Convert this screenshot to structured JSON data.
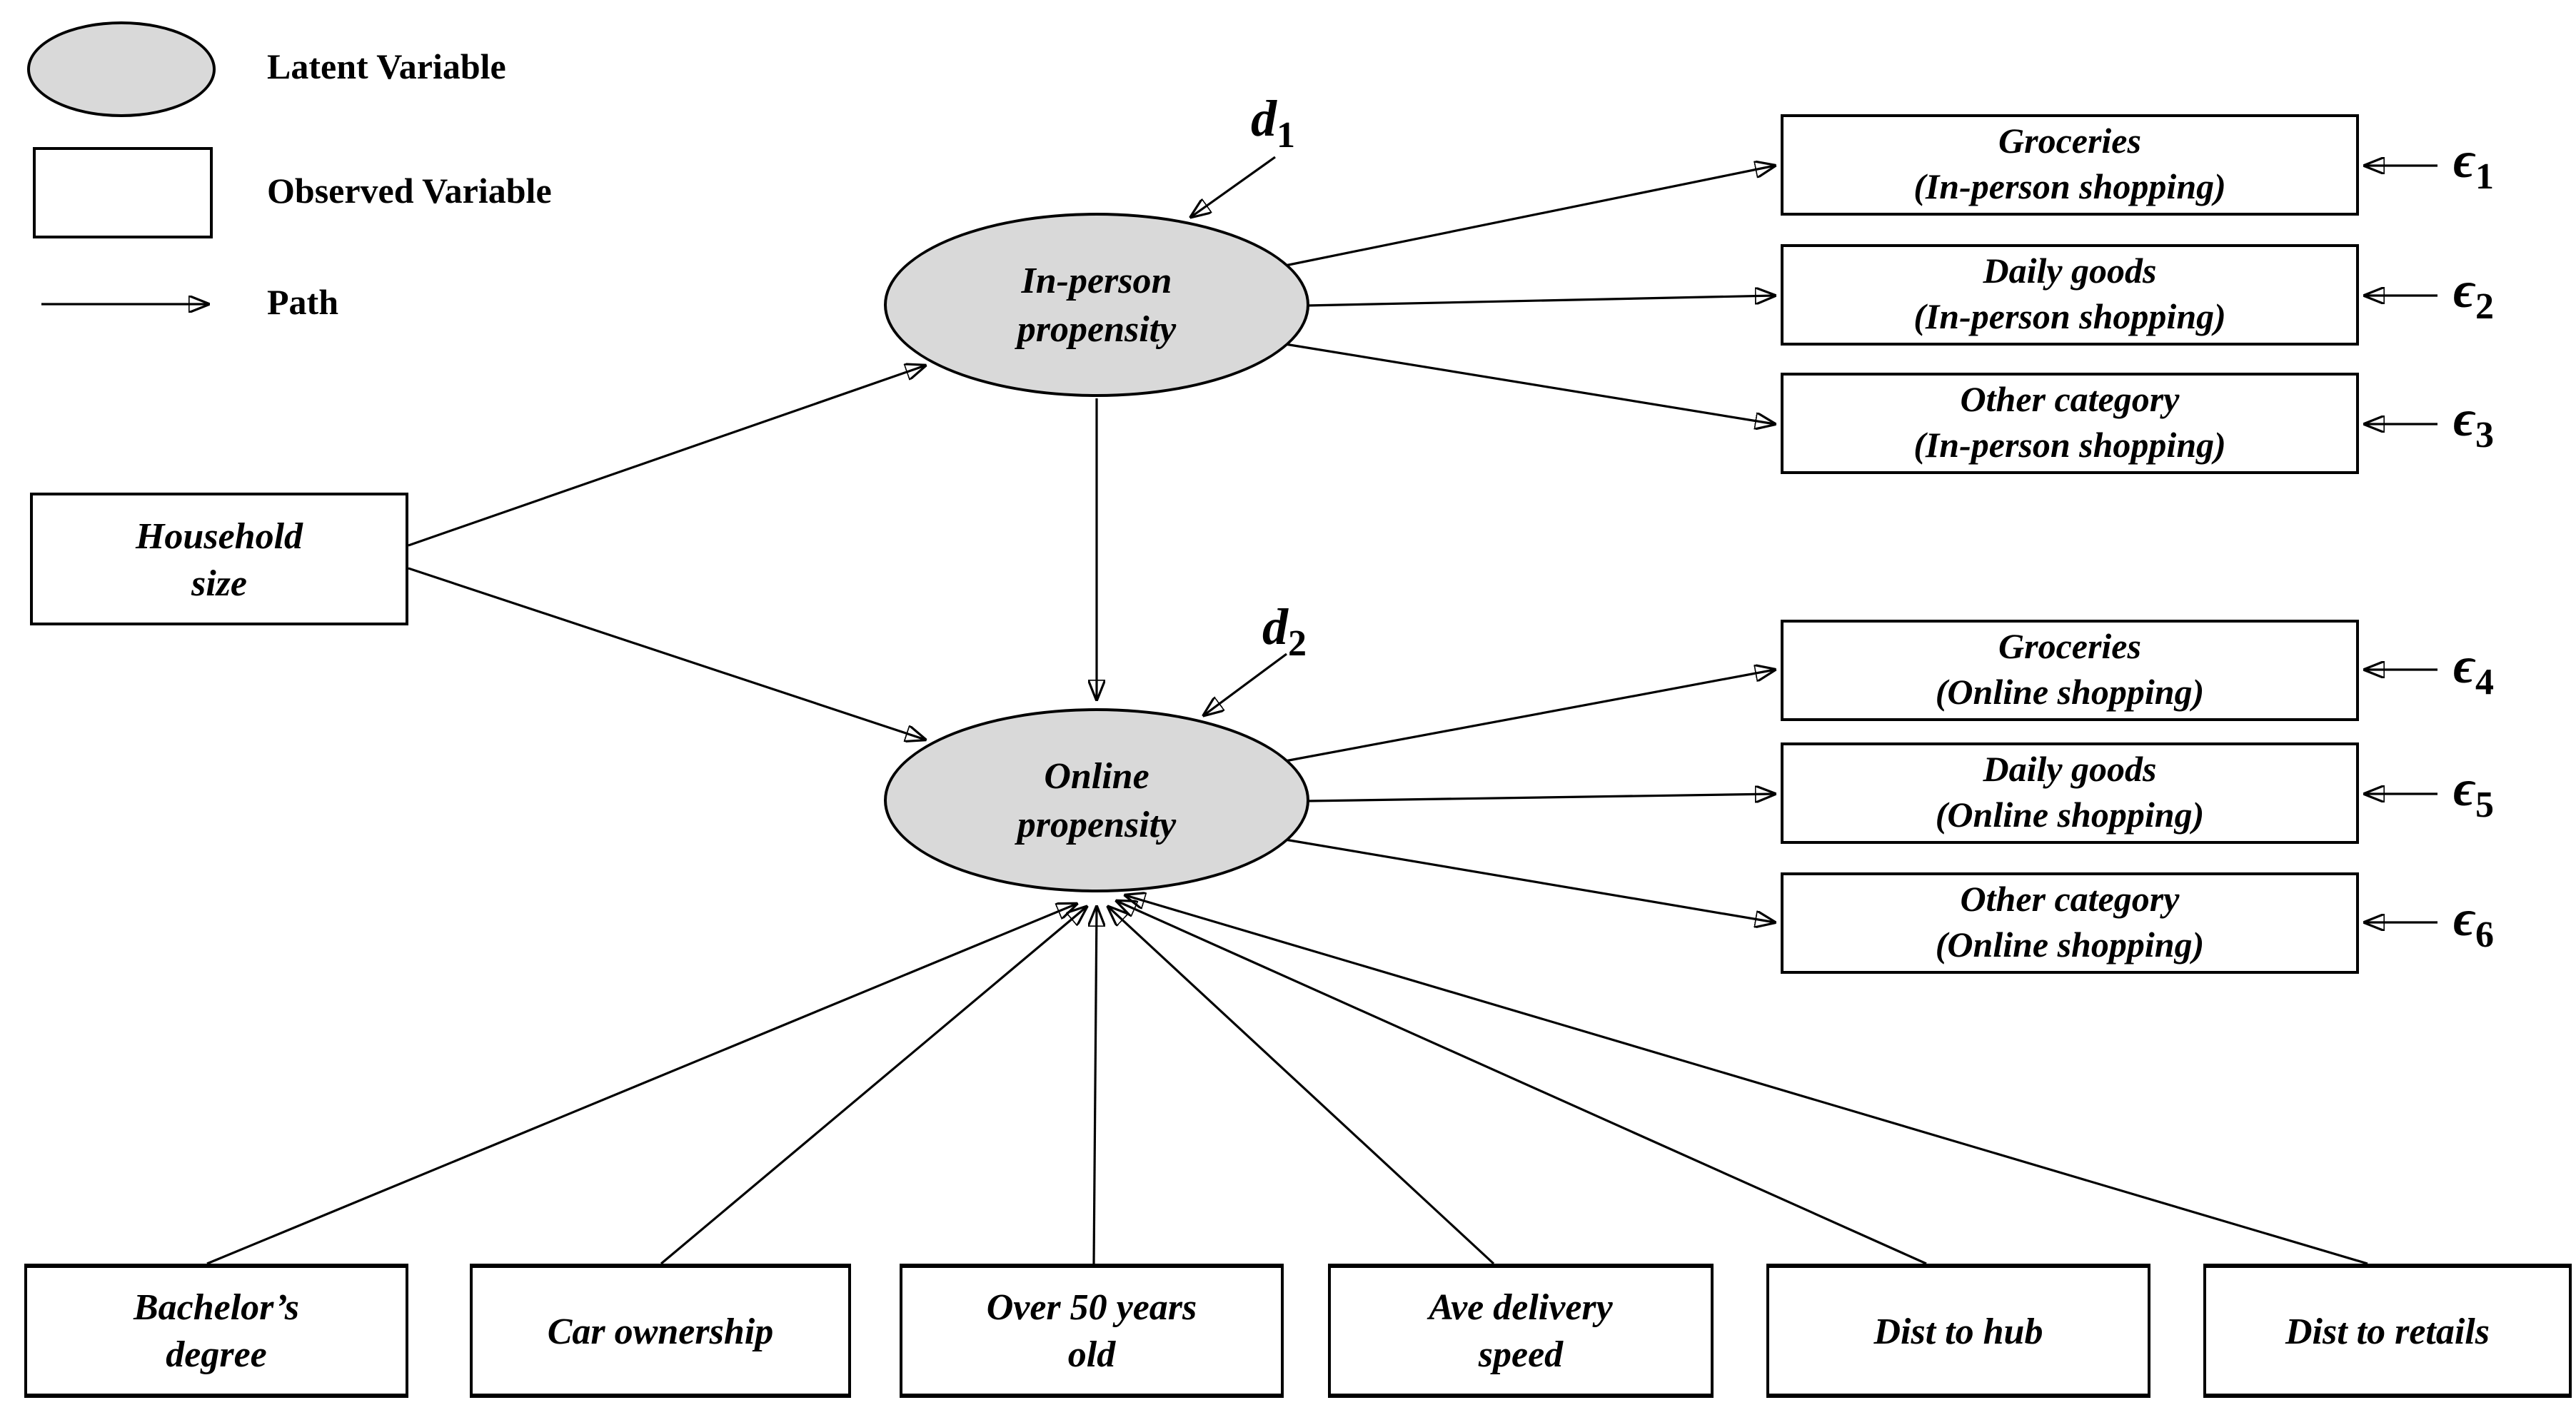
{
  "legend": {
    "latent_label": "Latent Variable",
    "observed_label": "Observed Variable",
    "path_label": "Path"
  },
  "latent": {
    "in_person": {
      "line1": "In-person",
      "line2": "propensity"
    },
    "online": {
      "line1": "Online",
      "line2": "propensity"
    }
  },
  "observed": {
    "household": {
      "line1": "Household",
      "line2": "size"
    },
    "groceries_in_person": {
      "line1": "Groceries",
      "line2": "(In-person shopping)"
    },
    "daily_goods_in_person": {
      "line1": "Daily goods",
      "line2": "(In-person shopping)"
    },
    "other_category_in_person": {
      "line1": "Other category",
      "line2": "(In-person shopping)"
    },
    "groceries_online": {
      "line1": "Groceries",
      "line2": "(Online shopping)"
    },
    "daily_goods_online": {
      "line1": "Daily goods",
      "line2": "(Online shopping)"
    },
    "other_category_online": {
      "line1": "Other category",
      "line2": "(Online shopping)"
    },
    "bachelors_degree": {
      "line1": "Bachelor’s",
      "line2": "degree"
    },
    "car_ownership": {
      "line1": "Car ownership",
      "line2": ""
    },
    "over_50_years_old": {
      "line1": "Over 50 years",
      "line2": "old"
    },
    "ave_delivery_speed": {
      "line1": "Ave delivery",
      "line2": "speed"
    },
    "dist_to_hub": {
      "line1": "Dist to hub",
      "line2": ""
    },
    "dist_to_retails": {
      "line1": "Dist to retails",
      "line2": ""
    }
  },
  "disturbances": {
    "d1": {
      "base": "d",
      "sub": "1"
    },
    "d2": {
      "base": "d",
      "sub": "2"
    }
  },
  "errors": {
    "e1": {
      "base": "ϵ",
      "sub": "1"
    },
    "e2": {
      "base": "ϵ",
      "sub": "2"
    },
    "e3": {
      "base": "ϵ",
      "sub": "3"
    },
    "e4": {
      "base": "ϵ",
      "sub": "4"
    },
    "e5": {
      "base": "ϵ",
      "sub": "5"
    },
    "e6": {
      "base": "ϵ",
      "sub": "6"
    }
  },
  "colors": {
    "latent_fill": "#d9d9d9",
    "stroke": "#000000",
    "background": "#ffffff"
  }
}
